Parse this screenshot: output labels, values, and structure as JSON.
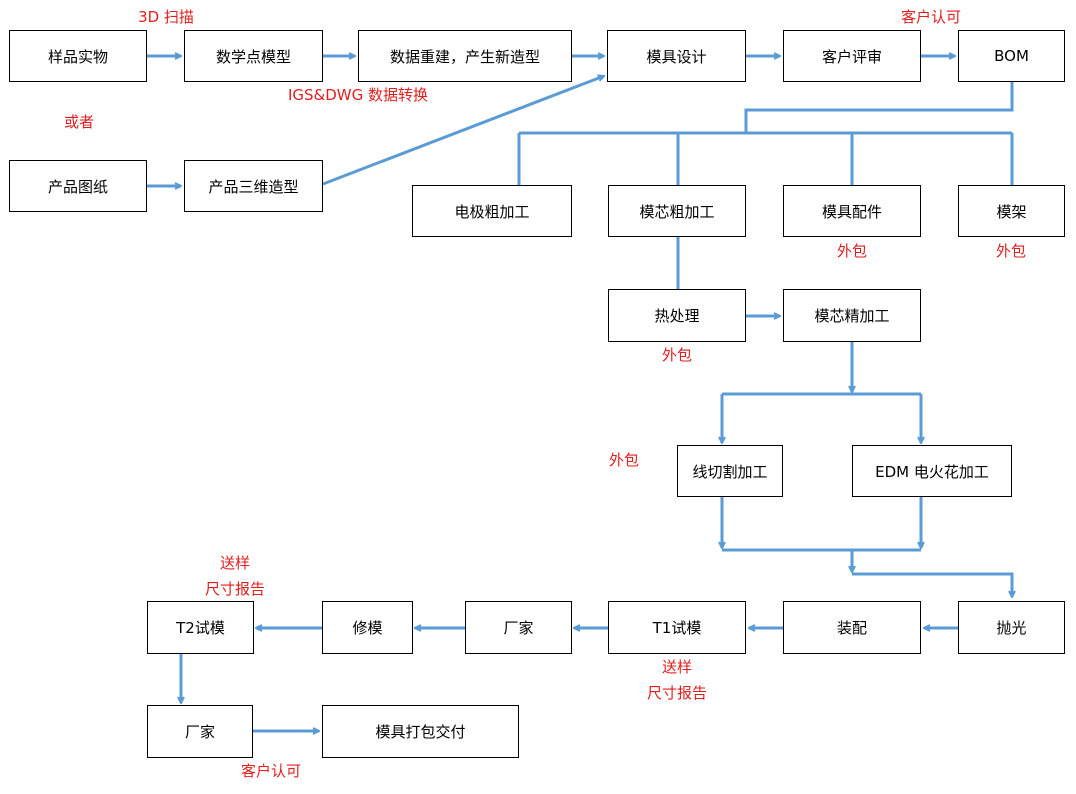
{
  "colors": {
    "arrow": "#5b9bd5",
    "note": "#e11e1e",
    "box_border": "#000000"
  },
  "nodes": {
    "sample": "样品实物",
    "point_model": "数学点模型",
    "rebuild": "数据重建，产生新造型",
    "mold_design": "模具设计",
    "customer_review": "客户评审",
    "bom": "BOM",
    "drawing": "产品图纸",
    "model3d": "产品三维造型",
    "electrode": "电极粗加工",
    "core_rough": "模芯粗加工",
    "parts": "模具配件",
    "frame": "模架",
    "heat": "热处理",
    "core_fine": "模芯精加工",
    "wire_cut": "线切割加工",
    "edm": "EDM 电火花加工",
    "polish": "抛光",
    "assembly": "装配",
    "t1": "T1试模",
    "factory1": "厂家",
    "repair": "修模",
    "t2": "T2试模",
    "factory2": "厂家",
    "delivery": "模具打包交付"
  },
  "notes": {
    "scan3d": "3D 扫描",
    "igs": "IGS&DWG 数据转换",
    "or": "或者",
    "approve_top": "客户认可",
    "outsource_parts": "外包",
    "outsource_frame": "外包",
    "outsource_heat": "外包",
    "outsource_wire": "外包",
    "t2_send": "送样",
    "t2_report": "尺寸报告",
    "t1_send": "送样",
    "t1_report": "尺寸报告",
    "approve_bottom": "客户认可"
  }
}
